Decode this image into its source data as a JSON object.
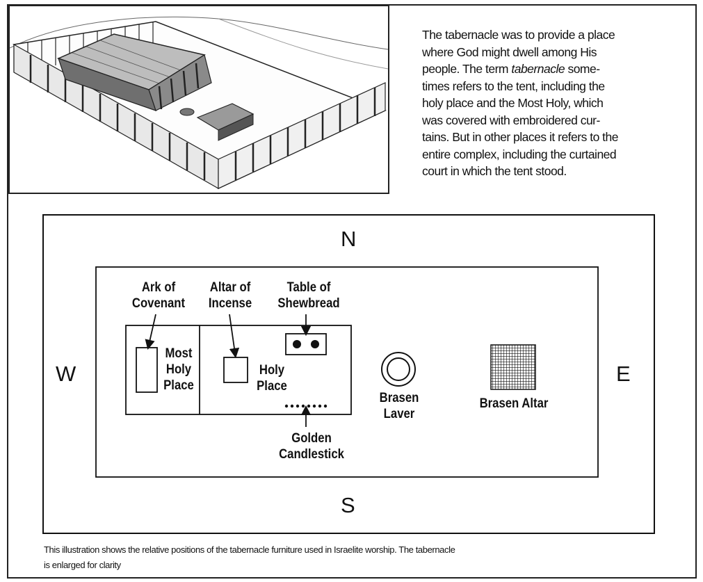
{
  "intro": {
    "lines": [
      "The tabernacle was to provide a place",
      "where God might dwell among His",
      "people. The term ",
      "tabernacle",
      " some-",
      "times refers to the tent, including the",
      "holy place and the Most Holy, which",
      "was covered with embroidered cur-",
      "tains. But in other places it refers to the",
      "entire complex, including the curtained",
      "court in which the tent stood."
    ]
  },
  "compass": {
    "north": "N",
    "south": "S",
    "west": "W",
    "east": "E"
  },
  "labels": {
    "ark": "Ark of\nCovenant",
    "altar_incense": "Altar of\nIncense",
    "shewbread": "Table of\nShewbread",
    "most_holy": "Most\nHoly\nPlace",
    "holy": "Holy\nPlace",
    "candlestick": "Golden\nCandlestick",
    "laver": "Brasen\nLaver",
    "brasen_altar": "Brasen Altar"
  },
  "caption": {
    "line1": "This illustration shows the relative positions of the tabernacle furniture used in Israelite worship. The tabernacle",
    "line2": "is enlarged for clarity"
  },
  "colors": {
    "ink": "#111111",
    "paper": "#ffffff"
  }
}
